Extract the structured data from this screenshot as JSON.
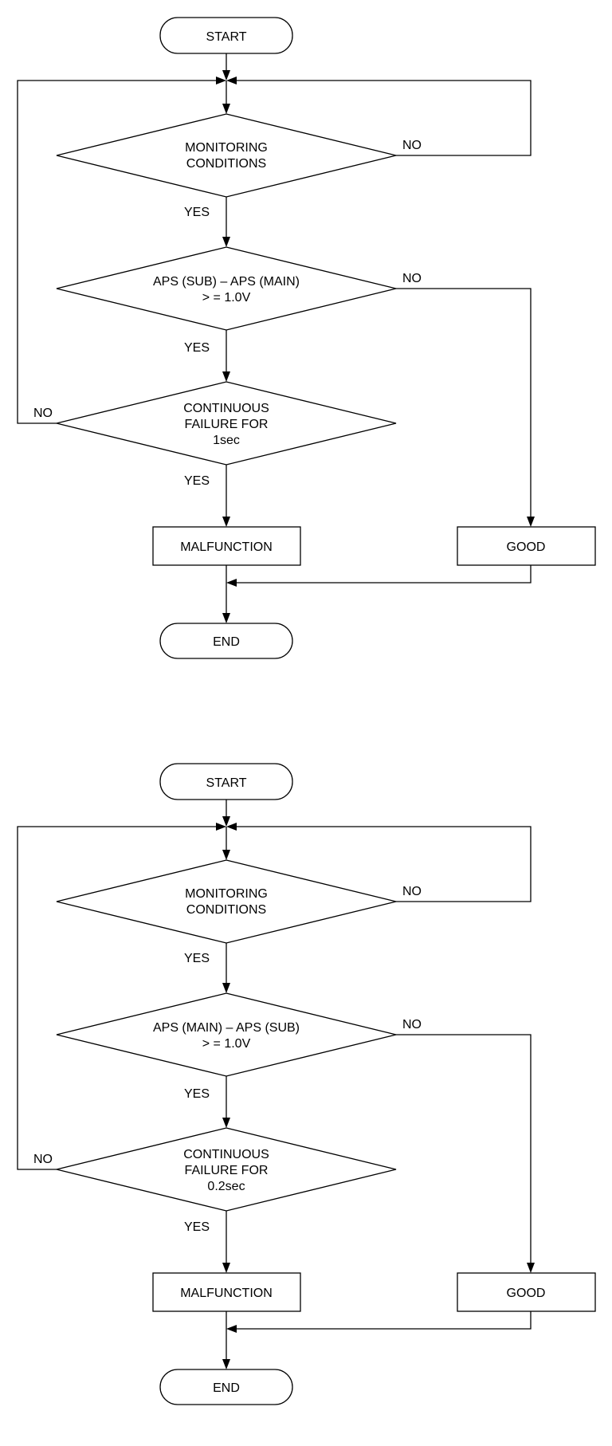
{
  "flowcharts": [
    {
      "start": "START",
      "decision1": [
        "MONITORING",
        "CONDITIONS"
      ],
      "decision2": [
        "APS (SUB) – APS (MAIN)",
        "> = 1.0V"
      ],
      "decision3": [
        "CONTINUOUS",
        "FAILURE FOR",
        "1sec"
      ],
      "malfunction": "MALFUNCTION",
      "good": "GOOD",
      "end": "END",
      "yes": "YES",
      "no": "NO"
    },
    {
      "start": "START",
      "decision1": [
        "MONITORING",
        "CONDITIONS"
      ],
      "decision2": [
        "APS (MAIN) – APS (SUB)",
        "> = 1.0V"
      ],
      "decision3": [
        "CONTINUOUS",
        "FAILURE FOR",
        "0.2sec"
      ],
      "malfunction": "MALFUNCTION",
      "good": "GOOD",
      "end": "END",
      "yes": "YES",
      "no": "NO"
    }
  ]
}
